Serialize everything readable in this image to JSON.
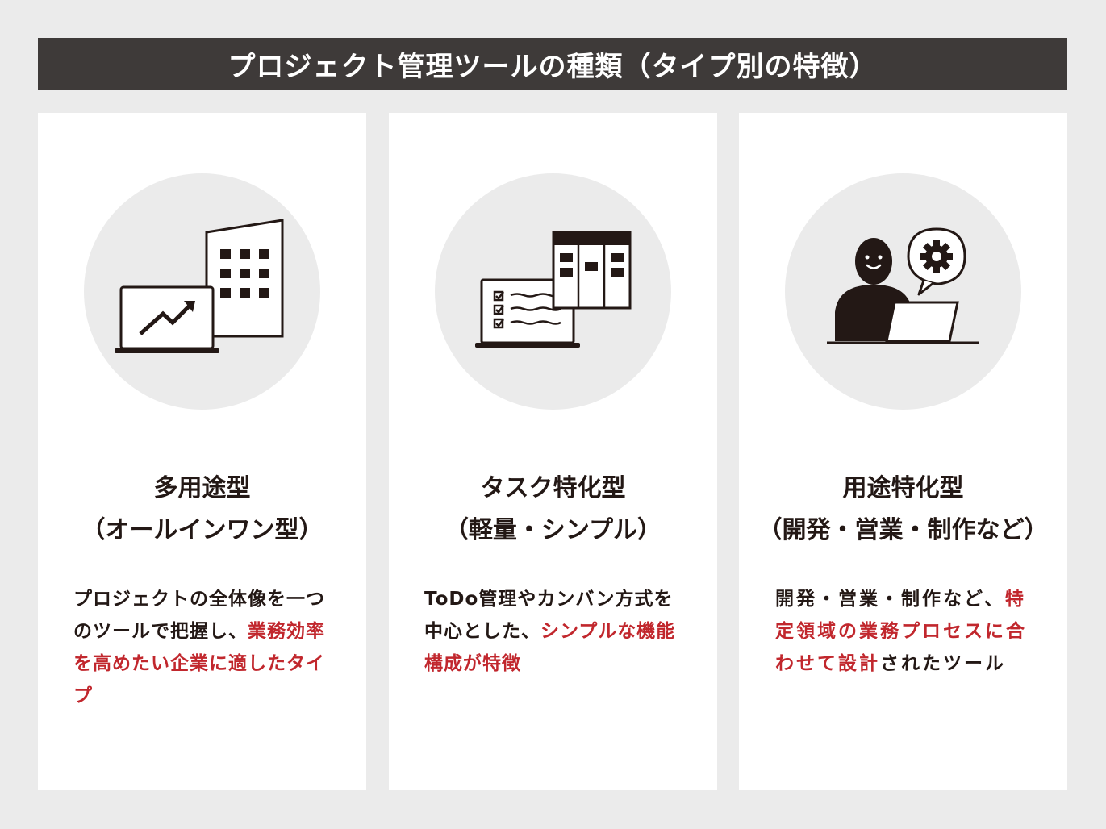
{
  "title": "プロジェクト管理ツールの種類（タイプ別の特徴）",
  "colors": {
    "title_bg": "#3e3a39",
    "card_bg": "#ffffff",
    "page_bg": "#ebebeb",
    "text": "#231815",
    "highlight": "#c1272d"
  },
  "cards": [
    {
      "icon": "laptop-chart-and-building-icon",
      "heading_line1": "多用途型",
      "heading_line2": "（オールインワン型）",
      "desc_parts": [
        {
          "text": "プロジェクトの全体像を一つのツールで把握し、",
          "highlight": false
        },
        {
          "text": "業務効率を高めたい企業に適したタイプ",
          "highlight": true
        }
      ]
    },
    {
      "icon": "todo-checklist-and-kanban-icon",
      "heading_line1": "タスク特化型",
      "heading_line2": "（軽量・シンプル）",
      "desc_parts": [
        {
          "text": "ToDo管理やカンバン方式を中心とした、",
          "highlight": false
        },
        {
          "text": "シンプルな機能構成が特徴",
          "highlight": true
        }
      ]
    },
    {
      "icon": "person-laptop-gear-icon",
      "heading_line1": "用途特化型",
      "heading_line2": "（開発・営業・制作など）",
      "desc_parts": [
        {
          "text": "開発・営業・制作など、",
          "highlight": false
        },
        {
          "text": "特定領域の業務プロセスに合わせて設計",
          "highlight": true
        },
        {
          "text": "されたツール",
          "highlight": false
        }
      ]
    }
  ]
}
